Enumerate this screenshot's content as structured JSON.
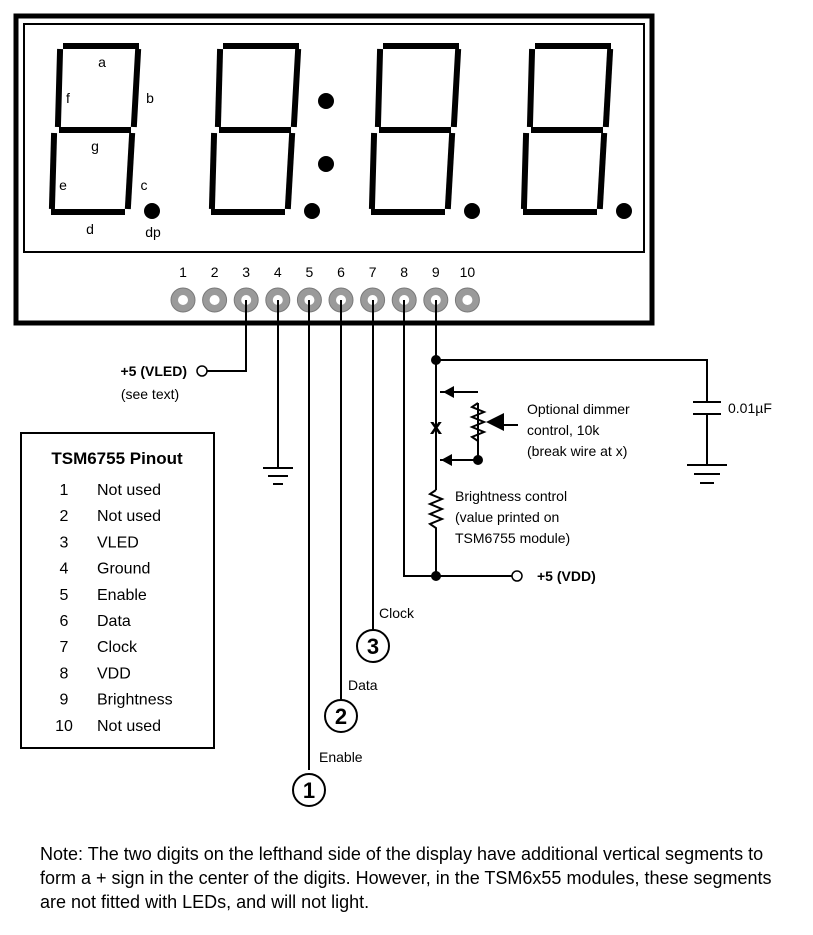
{
  "segment_labels": {
    "a": "a",
    "b": "b",
    "c": "c",
    "d": "d",
    "e": "e",
    "f": "f",
    "g": "g",
    "dp": "dp"
  },
  "pins": [
    "1",
    "2",
    "3",
    "4",
    "5",
    "6",
    "7",
    "8",
    "9",
    "10"
  ],
  "vled_label": "+5 (VLED)",
  "vled_note": "(see text)",
  "vdd_label": "+5 (VDD)",
  "capacitor_label": "0.01µF",
  "dimmer_lines": [
    "Optional dimmer",
    "control, 10k",
    "(break wire at x)"
  ],
  "brightness_lines": [
    "Brightness control",
    "(value printed on",
    "TSM6755 module)"
  ],
  "break_mark": "x",
  "callouts": [
    {
      "number": "1",
      "label": "Enable"
    },
    {
      "number": "2",
      "label": "Data"
    },
    {
      "number": "3",
      "label": "Clock"
    }
  ],
  "pinout": {
    "title": "TSM6755 Pinout",
    "rows": [
      {
        "pin": "1",
        "name": "Not used"
      },
      {
        "pin": "2",
        "name": "Not used"
      },
      {
        "pin": "3",
        "name": "VLED"
      },
      {
        "pin": "4",
        "name": "Ground"
      },
      {
        "pin": "5",
        "name": "Enable"
      },
      {
        "pin": "6",
        "name": "Data"
      },
      {
        "pin": "7",
        "name": "Clock"
      },
      {
        "pin": "8",
        "name": "VDD"
      },
      {
        "pin": "9",
        "name": "Brightness"
      },
      {
        "pin": "10",
        "name": "Not used"
      }
    ]
  },
  "note": "Note: The two digits on the lefthand side of the display have additional vertical segments to form a + sign in the center of the digits. However, in the TSM6x55 modules, these segments are not fitted with LEDs, and will not light."
}
